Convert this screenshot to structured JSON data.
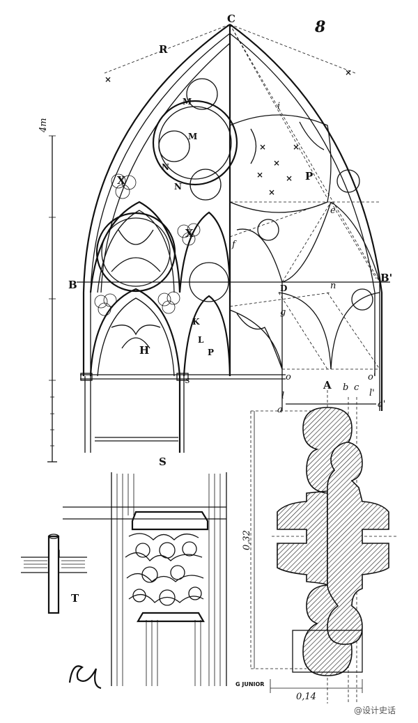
{
  "plate": {
    "number": "8",
    "scale_label": "4m",
    "signature": "G JUNIOR",
    "watermark": "@设计史话"
  },
  "window_labels": {
    "C": "C",
    "R": "R",
    "M1": "M",
    "M2": "M",
    "N1": "N",
    "N2": "N",
    "X1": "X",
    "X2": "X",
    "B": "B",
    "H": "H",
    "K": "K",
    "L": "L",
    "P1": "P",
    "s": "s",
    "f": "f",
    "i": "i",
    "P2": "P",
    "e": "e",
    "D": "D",
    "g": "g",
    "n": "n",
    "Bprime": "B'",
    "o1": "o",
    "o2": "o'",
    "l1": "l",
    "l2": "l'",
    "A": "A",
    "b": "b",
    "c": "c",
    "a1": "a",
    "a2": "a'"
  },
  "section": {
    "dim_height": "0,32",
    "dim_width": "0,14"
  },
  "details": {
    "S": "S",
    "T": "T"
  },
  "colors": {
    "ink": "#111111",
    "paper": "#ffffff"
  }
}
